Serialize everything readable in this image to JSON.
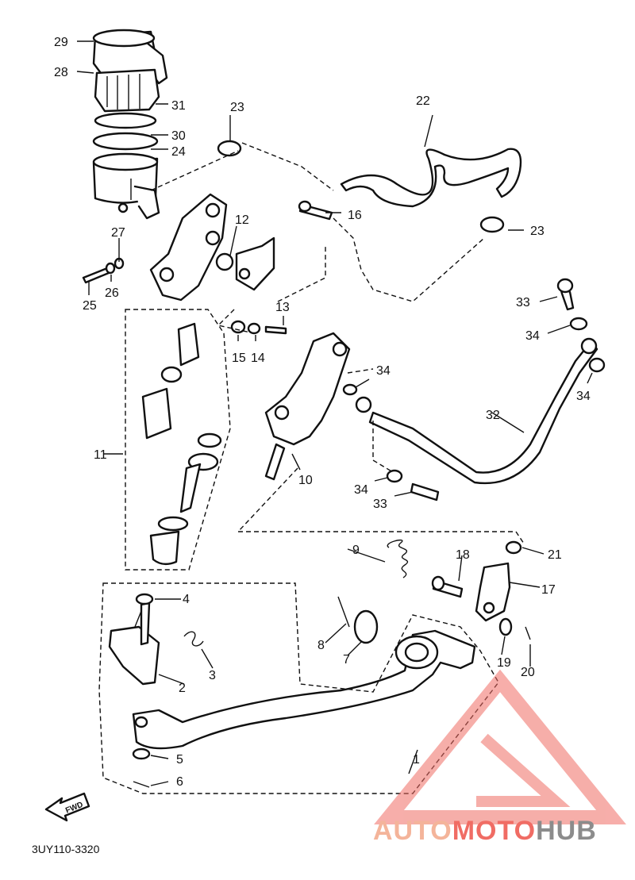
{
  "diagram_code": "3UY110-3320",
  "direction_label": "FWD",
  "watermark": {
    "parts": [
      "AUTO",
      "MOTO",
      "HUB"
    ],
    "colors": [
      "#f4b49a",
      "#f06c64",
      "#8c8c8c"
    ]
  },
  "callouts": [
    "1",
    "2",
    "3",
    "4",
    "5",
    "6",
    "7",
    "8",
    "9",
    "10",
    "11",
    "12",
    "13",
    "14",
    "15",
    "16",
    "17",
    "18",
    "19",
    "20",
    "21",
    "22",
    "23",
    "23",
    "24",
    "25",
    "26",
    "27",
    "28",
    "29",
    "30",
    "31",
    "32",
    "33",
    "33",
    "34",
    "34",
    "34",
    "34"
  ]
}
